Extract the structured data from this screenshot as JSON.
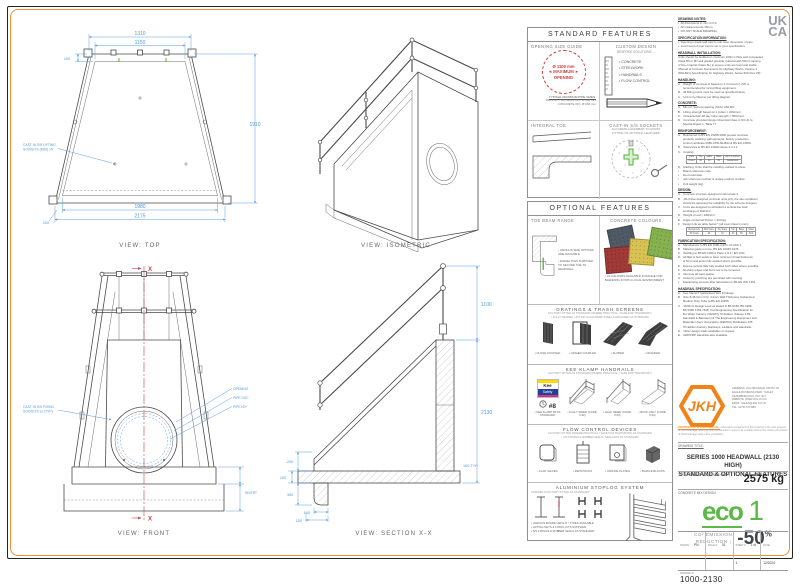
{
  "colors": {
    "accent_orange": "#ef9133",
    "dim_blue": "#4f96dd",
    "centerline_red": "#c94040",
    "eco_green": "#5cb947",
    "logo_orange": "#f08218",
    "kee_yellow": "#ffd900",
    "kee_blue": "#23409a"
  },
  "views": {
    "top": {
      "caption": "VIEW: TOP",
      "dim_top_outer": "1310",
      "dim_top_inner": "1150",
      "dim_wall_top": "100",
      "dim_depth": "1910",
      "dim_bottom_inner": "1980",
      "dim_bottom_outer": "2175",
      "dim_wall_bottom": "100",
      "label_sockets_1": "CAST IN S/S LIFTING",
      "label_sockets_2": "SOCKETS (M20) x5"
    },
    "isometric": {
      "caption": "VIEW: ISOMETRIC"
    },
    "front": {
      "caption": "VIEW: FRONT",
      "label_fixing_1": "CAST IN S/S FIXING",
      "label_fixing_2": "SOCKETS x2 (TYP)",
      "label_opening": "OPENING",
      "label_pipe_od": "PIPE O/D*",
      "label_pipe_id": "PIPE I/D*",
      "label_invert": "INVERT",
      "axis_top": "X",
      "axis_bottom": "X"
    },
    "section": {
      "caption": "VIEW: SECTION X-X",
      "dim_rail": "1100",
      "dim_height": "2130",
      "dim_upstand": "200",
      "dim_bed": "100",
      "dim_toe_depth": "300",
      "dim_toe_width": "100",
      "dim_toe_base": "150",
      "dim_wall": "100 TYP"
    }
  },
  "standard_features": {
    "title": "STANDARD FEATURES",
    "opening_guide": {
      "label": "OPENING SIZE GUIDE",
      "circle_line1": "Ø 1100 mm",
      "circle_line2": "◄ MAXIMUM ►",
      "circle_line3": "OPENING",
      "note_title": "TYPICAL MAXIMUM PIPE SIZES:",
      "note1": "PLASTIC TWINWALL (ID): Ø 900 mm",
      "note2": "CONCRETE (ID): Ø 900 mm"
    },
    "custom_design": {
      "label": "CUSTOM DESIGN",
      "subtitle": "BESPOKE SOLUTIONS ...",
      "bullets": [
        "•  CONCRETE",
        "•  STEELWORK",
        "•  HANDRAILS",
        "•  FLOW CONTROL"
      ]
    },
    "integral_toe": {
      "label": "INTEGRAL TOE"
    },
    "sockets": {
      "label": "CAST-IN S/S SOCKETS",
      "subtitle1": "ACCURATE ALIGNMENT TO ASSIST",
      "subtitle2": "FITTING OF OPTIONAL FEATURES"
    }
  },
  "optional_features": {
    "title": "OPTIONAL FEATURES",
    "toe_beam": {
      "label": "TOE BEAM RANGE",
      "bullets": [
        "•  VARIOUS SIZE OPTIONS ARE AVAILABLE",
        "•  DOWEL PINS SUPPLIED TO SECURE TOE TO HEADWALL"
      ]
    },
    "colours": {
      "label": "CONCRETE COLOURS",
      "bullet": "•  24 COLOURS AVAILABLE IN RANGE FOR BLENDING IN WITH LOCAL ENVIRONMENT",
      "swatches": [
        "#4f5a66",
        "#a03a38",
        "#d8c254",
        "#85b24e"
      ]
    },
    "gratings": {
      "title": "GRATINGS & TRASH SCREENS",
      "sub1": "FACTORY FITTED AS STANDARD (WHERE PRACTICAL / SAFE FOR TRANSPORT)",
      "sub2": "•  FULLY WELDED, HOT DIP GALVANISED STEEL & DESIGNED AS STANDARD",
      "items": [
        "• CLOSE COUPLED",
        "• HINGED COUPLED",
        "• SLOPED",
        "• CRANKED"
      ]
    },
    "handrails": {
      "title": "KEE KLAMP HANDRAILS",
      "sub1": "FACTORY FITTED AS STANDARD (WHERE PRACTICAL / SAFE FOR TRANSPORT)",
      "kee_top": "Kee",
      "kee_bottom": "Safety",
      "size_badge": "#8",
      "items": [
        "• KEE KLAMP #8 AS STANDARD",
        "• FULLY SIDED (CODE: K32)",
        "• HALF SIDED (CODE: K33)",
        "• BACK ONLY (CODE: K34)"
      ]
    },
    "flow": {
      "title": "FLOW CONTROL DEVICES",
      "sub1": "FACTORY FITTED (WHERE PRACTICAL / SAFE FOR TRANSPORT) AS STANDARD",
      "sub2": "•  S/S FIXINGS & RUBBER SEALS / SEALANTS AS STANDARD",
      "items": [
        "• FLAP VALVES",
        "• PENSTOCKS",
        "• ORIFICE PLATES",
        "• BAFFLE BLOCKS"
      ]
    },
    "stoplog": {
      "title": "ALUMINIUM STOPLOG SYSTEM",
      "sub1": "CHANNELS FACTORY FITTED AS STANDARD*",
      "sub2": "(*WHERE PRACTICAL / SAFE FOR TRANSPORT)",
      "bullets": [
        "•  VARIOUS BOARD HEIGHT / TYPES AVAILABLE",
        "•  LIFTING KEYS & FIXING KITS SUPPLIED",
        "•  S/S FIXINGS & RUBBER SEALS AS STANDARD"
      ]
    }
  },
  "notes": {
    "sections": [
      {
        "heading": "DRAWING NOTES:",
        "lines": [
          "•  All dimensions in mm U.O.S.",
          "•  All measurements ±5mm.",
          "•  DO NOT SCALE DRAWING."
        ]
      },
      {
        "heading": "SPECIFICATION INFORMATION:",
        "lines": [
          "•  Opening in back wall cast to suit outer dimension of pipe.",
          "•  Invert level of pipe can be set to your specification."
        ]
      },
      {
        "heading": "HEADWALL INSTALLATION:",
        "lines": [
          "Units should be bedded on minimum 150mm thick well compacted",
          "Class 6N or 6P well graded granular material with 50mm topping",
          "of fine material (Class 6L) to ensure units are level and stable.",
          "'Manual of Contract Documents for Highway Works, Volume 1",
          "(MCHW1) Specification for Highway Works, Series 600 (Nov 09).'"
        ]
      },
      {
        "heading": "HANDLING:",
        "lines": [
          "A.   Weight of concrete is based on 2.4 tonne/m³ +5% is",
          "      recommended for sizing lifting equipment.",
          "B.   All lifting points must be used as specified below.",
          "C.   Unit to be lifted as per lifting diagram."
        ]
      },
      {
        "heading": "CONCRETE:",
        "lines": [
          "A.   Mix ref: Self-compacting (SCC) C50 Mix.",
          "B.   Lifting strength based on 2 cubes = 20N/mm².",
          "C.   Characteristic 28 day cube strength = 50N/mm².",
          "D.   Concrete provides Design Chemical Class 4 (DC-4) to",
          "      Special Digest 1, Table T7."
        ]
      },
      {
        "heading": "REINFORCEMENT:",
        "lines": [
          "A.   Reinforced to BS EN 15258:2008 precast concrete",
          "      products retaining wall elements, factory production",
          "      control certificate 0086-CPR-604844 & BS EN 13369.",
          "B.   Tolerances to BS EN 13369 clause 4.3.1.1.",
          "C.   Coating:"
        ],
        "table": {
          "cols": [
            "Face",
            "Top",
            "Sides",
            "Base",
            "End of Socket"
          ],
          "rows": [
            [
              "Cover",
              "40",
              "40",
              "50",
              "Galvanised"
            ]
          ]
        },
        "lines2": [
          "D.   Marking. Units shall be indelibly marked to show:",
          "•     Brand reference code.",
          "•     De-mould date.",
          "•     Job reference number & unique product number.",
          "•     Unit weight (kg)."
        ]
      },
      {
        "heading": "DESIGN:",
        "lines": [
          "A.   Concrete structure designed to Eurocode 2.",
          "B.   JKH have designed concrete units only, the site conditions",
          "      should be assessed for suitability by the scheme designer.",
          "C.   Units are designed to withstand a vertical live load",
          "      surcharge of 10kN/m².",
          "D.   Weight of soil = 18kN/m³.",
          "E.   Angle of internal friction = 30 Deg.",
          "F.   Design Life as table below * (all cover listed in mm):"
        ],
        "table": {
          "cols": [
            "Design Life",
            "Wet Face",
            "Dry Face",
            "Top",
            "Base",
            "Class"
          ],
          "rows": [
            [
              "50 Years",
              "40",
              "40",
              "40",
              "50",
              "XC4"
            ]
          ]
        }
      },
      {
        "heading": "FABRICATION SPECIFICATION:",
        "lines": [
          "A.   Manufacture to BS EN 1090-2 EXC CLASS 1.",
          "B.   Material grade is to be: BS EN 10025 S275.",
          "C.   Welding to BS EN 1090-2 Parts 1 & 2 / EN 1011.",
          "D.   All fillet & butt welds to have minimum throat thickness",
          "      of 5mm and joints fully welded where possible.",
          "E.   Ensure vertical flats fully welded both sides where possible.",
          "F.   All sharp edges and burrs are to be removed.",
          "G.   Remove all weld spatter.",
          "H.   Holes by punching are permitted with reaming.",
          "I.    Galvanising process after fabrication to BS EN ISO 1461."
        ]
      },
      {
        "heading": "HANDRAIL SPECIFICATION:",
        "lines": [
          "A.   Kee Klamp® Galvanised Size 8 Fittings.",
          "B.   Size 8-48.3mm O.D. 3.2mm Wall Thickness Galvanised",
          "      Medium Duty Tube to BS EN 10255.",
          "C.   1100mm Design Load as stated in BS 6180, BS 6399,",
          "      BS 5395 & BS 7818, Civil Engineering Specification for",
          "      the Water Industry (CESWI) 7th Edition (Clause 2.69",
          "      Handrails & Balusters) & The Engineering Equipment and",
          "      Materials Users' Association (EEMUA) Publication 105",
          "      7th Edition Factory Stairways, Ladders and Handrails.",
          "D.   Other design loads available on request.",
          "E.   GRP/FRP Handrails also available."
        ]
      }
    ]
  },
  "title_block": {
    "ukca_line1": "UK",
    "ukca_line2": "CA",
    "logo_text": "JKH",
    "contact_lines": [
      "ADDRESS:  JKH DRAINAGE UNITS LTD",
      "EAGLE BUSINESS PARK, YAXLEY",
      "PETERBOROUGH, PE7 3GY",
      "WEBSITE:  WWW.JKH.CO.UK",
      "EMAIL:  SALES@JKH.CO.UK",
      "TEL:  01733 570 888"
    ],
    "disclaimer_title": "PROPRIETARY & CONFIDENTIAL:",
    "disclaimer_text": " Information contained on this drawing is the sole property of JKH Drainage Units Ltd. Any reproduction in part or as a whole without the written permission of JKH Drainage Units Ltd is prohibited.",
    "drawing_title_label": "DRAWING TITLE:",
    "drawing_title_line1": "SERIES 1000 HEADWALL (2130 HIGH)",
    "drawing_title_line2": "STANDARD & OPTIONAL FEATURES",
    "weight_label": "TOTAL WEIGHT (CASTINGS ONLY):",
    "weight_value": "2575 kg",
    "mix_label": "CONCRETE MIX DESIGN:",
    "eco_text": "eco",
    "eco_number": "1",
    "eco_sub1": "CO² EMISSION",
    "eco_sub2": "REDUCTION ↓",
    "eco_value": "-50",
    "eco_pct": "%",
    "drawn_label": "DRAWN:",
    "drawn_value": "PN",
    "issue_label": "ISSUE #:",
    "issue_value": "01",
    "sheet_label": "SHEET #:",
    "sheet_value": "1 of 1",
    "date_label": "DATE:",
    "date_value": "12/2024",
    "number_label": "DRAWING #:",
    "number_value": "1000-2130"
  }
}
